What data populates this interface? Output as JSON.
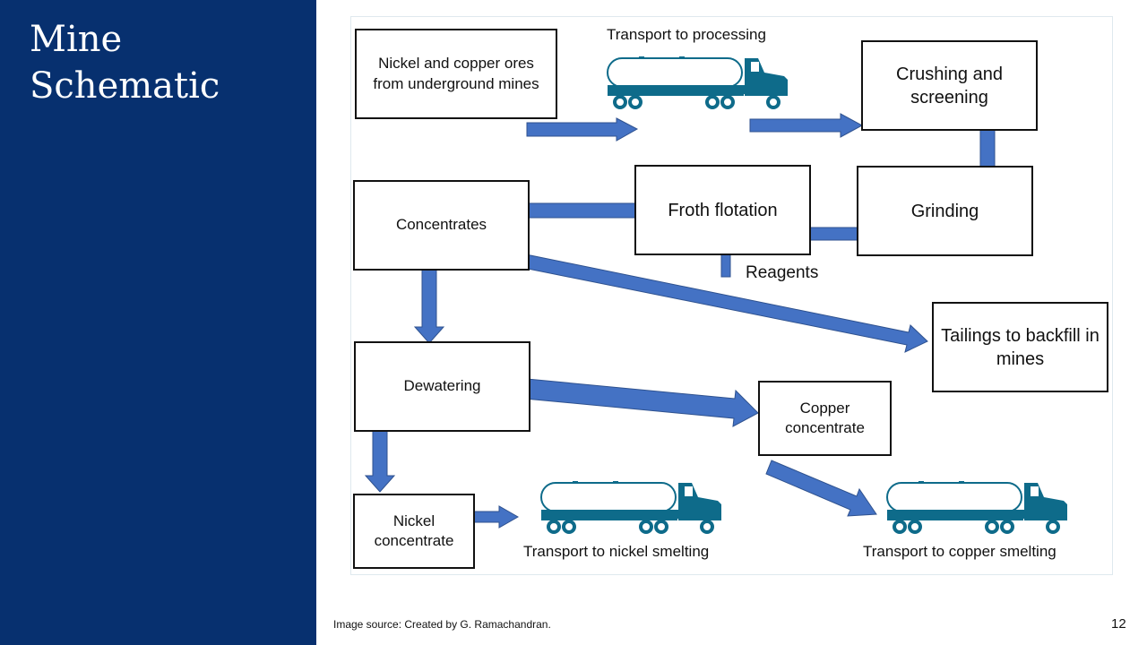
{
  "slide": {
    "title_lines": [
      "Mine",
      "Schematic"
    ],
    "source": "Image source: Created by G. Ramachandran.",
    "page_number": "12"
  },
  "diagram": {
    "nodes": {
      "ores": "Nickel and copper ores from underground mines",
      "crushing": "Crushing and screening",
      "grinding": "Grinding",
      "froth": "Froth flotation",
      "concentrates": "Concentrates",
      "tailings": "Tailings to backfill in mines",
      "dewatering": "Dewatering",
      "copper_concentrate": "Copper concentrate",
      "nickel_concentrate": "Nickel concentrate"
    },
    "labels": {
      "transport_processing": "Transport to processing",
      "reagents": "Reagents",
      "transport_nickel": "Transport to nickel smelting",
      "transport_copper": "Transport to copper smelting"
    },
    "colors": {
      "arrow": "#4472c4",
      "arrow_border": "#2f528f",
      "truck": "#0e6b8a",
      "sidebar": "#07306f"
    },
    "icons": [
      "tanker-truck-icon"
    ]
  }
}
